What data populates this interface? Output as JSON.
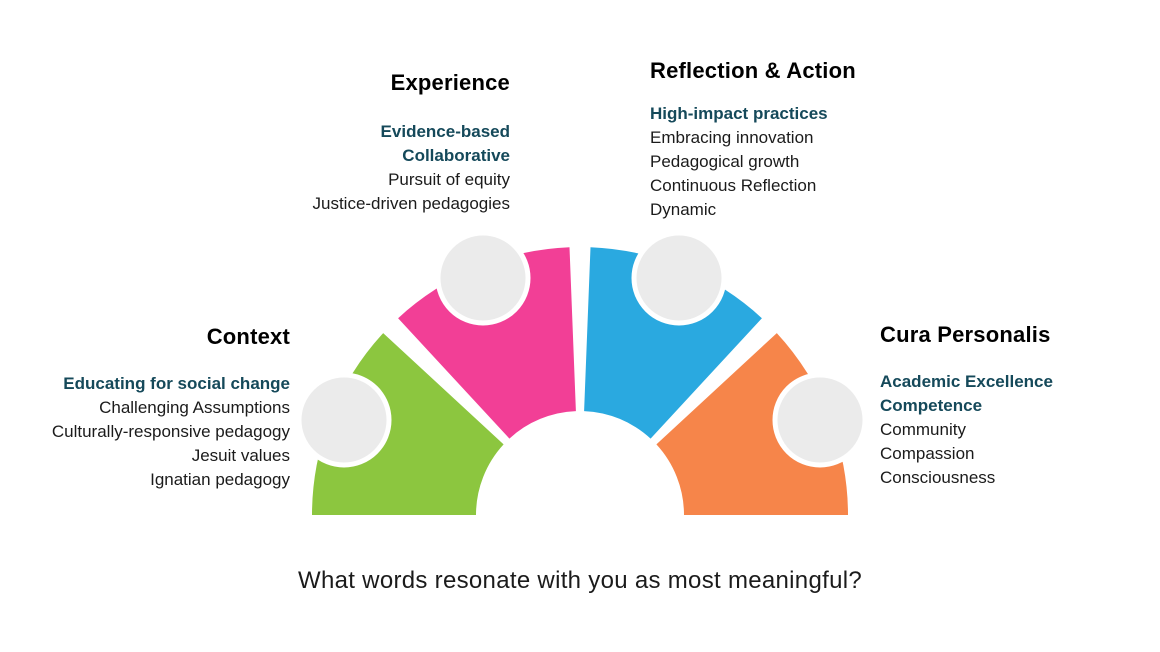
{
  "sections": {
    "context": {
      "title": "Context",
      "emphasis_lines": [
        "Educating for social change"
      ],
      "lines": [
        "Challenging Assumptions",
        "Culturally-responsive pedagogy",
        "Jesuit values",
        "Ignatian pedagogy"
      ],
      "segment_color": "#8CC63F"
    },
    "experience": {
      "title": "Experience",
      "emphasis_lines": [
        "Evidence-based",
        "Collaborative"
      ],
      "lines": [
        "Pursuit of equity",
        "Justice-driven pedagogies"
      ],
      "segment_color": "#F23F96"
    },
    "reflection": {
      "title": "Reflection & Action",
      "emphasis_lines": [
        "High-impact practices"
      ],
      "lines": [
        "Embracing innovation",
        "Pedagogical growth",
        "Continuous Reflection",
        "Dynamic"
      ],
      "segment_color": "#2AA9E0"
    },
    "cura": {
      "title": "Cura Personalis",
      "emphasis_lines": [
        "Academic Excellence",
        "Competence"
      ],
      "lines": [
        "Community",
        "Compassion",
        "Consciousness"
      ],
      "segment_color": "#F6854A"
    }
  },
  "colors": {
    "emphasis_text": "#15495A",
    "body_text": "#1B1B1B",
    "heading_text": "#000000",
    "node_circle": "#EBEBEB"
  },
  "question": "What words resonate with you as most meaningful?"
}
